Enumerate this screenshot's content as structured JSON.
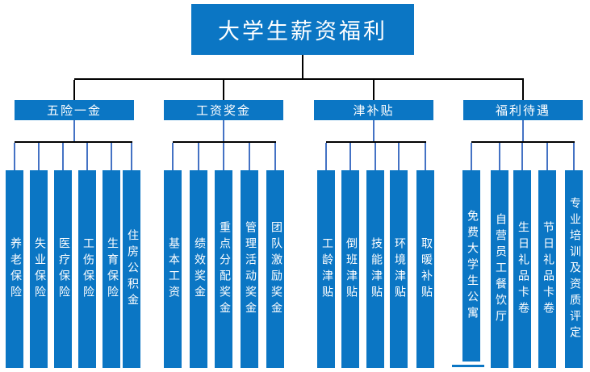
{
  "title": "大学生薪资福利",
  "colors": {
    "fill_blue": "#0b76c4",
    "connector_blue": "#4472c4",
    "line_black": "#000000",
    "text_white": "#ffffff",
    "background": "#ffffff"
  },
  "groups": [
    {
      "label": "五险一金",
      "items": [
        "养老保险",
        "失业保险",
        "医疗保险",
        "工伤保险",
        "生育保险",
        "住房公积金"
      ]
    },
    {
      "label": "工资奖金",
      "items": [
        "基本工资",
        "绩效奖金",
        "重点分配奖金",
        "管理活动奖金",
        "团队激励奖金"
      ]
    },
    {
      "label": "津补贴",
      "items": [
        "工龄津贴",
        "倒班津贴",
        "技能津贴",
        "环境津贴",
        "取暖补贴"
      ]
    },
    {
      "label": "福利待遇",
      "items": [
        "免费大学生公寓",
        "自营员工餐饮厅",
        "生日礼品卡卷",
        "节日礼品卡卷",
        "专业培训及资质评定"
      ]
    }
  ]
}
